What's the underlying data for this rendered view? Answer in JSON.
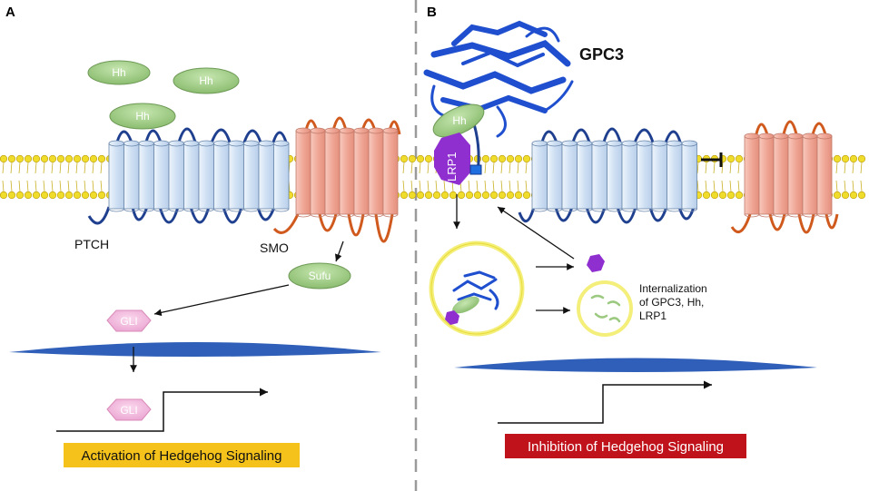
{
  "panel_a": {
    "letter": "A",
    "hh_label": "Hh",
    "ptch_label": "PTCH",
    "smo_label": "SMO",
    "sufu_label": "Sufu",
    "gli_label": "GLI",
    "result_label": "Activation of Hedgehog Signaling",
    "result_color": "#f5c21b"
  },
  "panel_b": {
    "letter": "B",
    "gpc3_label": "GPC3",
    "hh_label": "Hh",
    "lrp1_label": "LRP1",
    "internalization_lines": [
      "Internalization",
      "of GPC3, Hh,",
      "LRP1"
    ],
    "result_label": "Inhibition of Hedgehog Signaling",
    "result_color": "#c0121b"
  },
  "colors": {
    "ptch_fill": "#d7e6f6",
    "smo_fill": "#f3b3a5",
    "hh_fill": "#9cc980",
    "gli_fill": "#f2b6dc",
    "lrp1_fill": "#8f2fd0",
    "gpc3_blue": "#1f4fcf",
    "loop_blue": "#1f3f8f",
    "loop_orange": "#d05a1e",
    "nucleus_blue": "#2f5fb8",
    "lipid_yellow": "#f0dc2a",
    "vesicle_yellow": "#f4ef7a"
  }
}
